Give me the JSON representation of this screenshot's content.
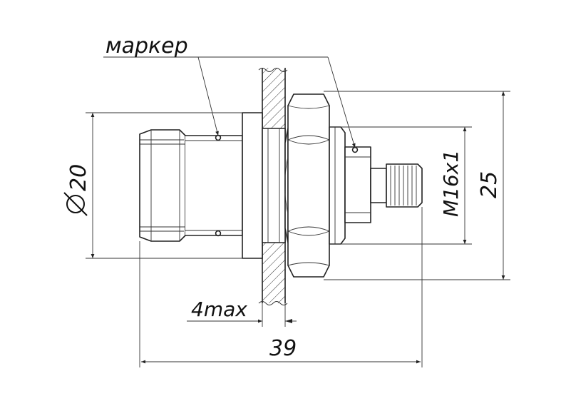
{
  "labels": {
    "marker": "маркер",
    "diameter": "20",
    "thread": "M16x1",
    "height": "25",
    "panel_thickness": "4max",
    "length": "39"
  },
  "colors": {
    "line": "#222222",
    "background": "#ffffff"
  }
}
